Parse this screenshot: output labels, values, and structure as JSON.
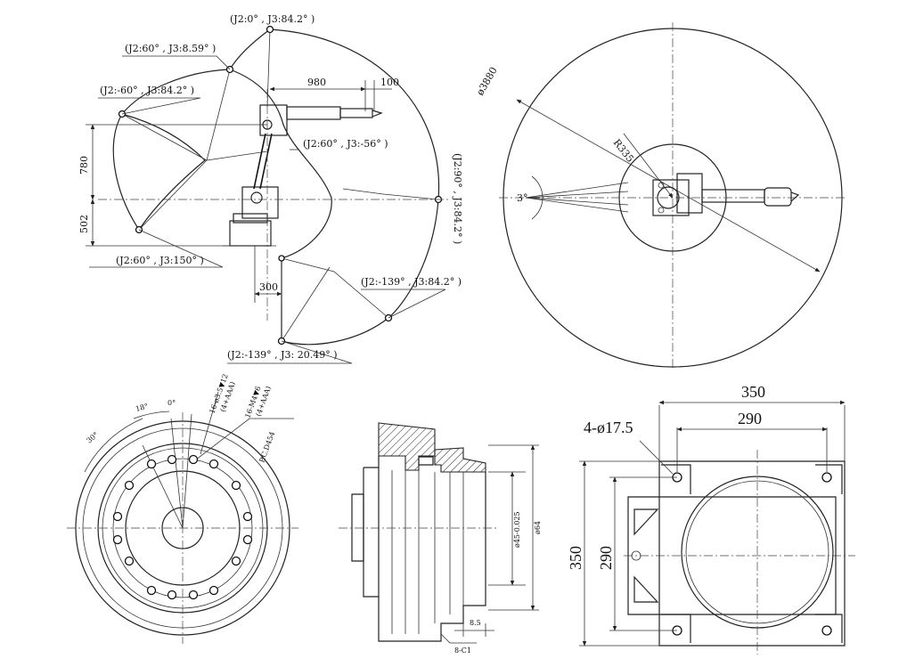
{
  "side_view": {
    "poses": [
      {
        "label": "(J2:0° , J3:84.2° )"
      },
      {
        "label": "(J2:60° , J3:8.59° )"
      },
      {
        "label": "(J2:-60° , J3:84.2° )"
      },
      {
        "label": "(J2:60° , J3:-56° )"
      },
      {
        "label": "(J2:90° , J3:84.2° )"
      },
      {
        "label": "(J2:60° , J3:150° )"
      },
      {
        "label": "(J2:-139° , J3:84.2° )"
      },
      {
        "label": "(J2:-139° , J3: 20.49° )"
      }
    ],
    "dims": {
      "reach_horizontal": "980",
      "flange": "100",
      "height_upper": "780",
      "height_lower": "502",
      "base_offset": "300"
    }
  },
  "top_view": {
    "outer_diameter": "ø3880",
    "inner_radius": "R335",
    "angle": "3°"
  },
  "flange_view": {
    "angle_30": "30°",
    "angle_18": "18°",
    "angle_0": "0°",
    "hole_spec_1": "16-ø3.5▼12",
    "hole_spec_1_sub": "(4+AAA)",
    "hole_spec_2": "16-M4▼6",
    "hole_spec_2_sub": "(4+AAA)",
    "pcd": "P.C.D454"
  },
  "section_view": {
    "bore": "ø45-0.025",
    "od": "ø64",
    "depth": "8.5",
    "chamfer": "8-C1"
  },
  "base_view": {
    "outer_width": "350",
    "inner_width": "290",
    "outer_height": "350",
    "inner_height": "290",
    "holes": "4-ø17.5"
  }
}
